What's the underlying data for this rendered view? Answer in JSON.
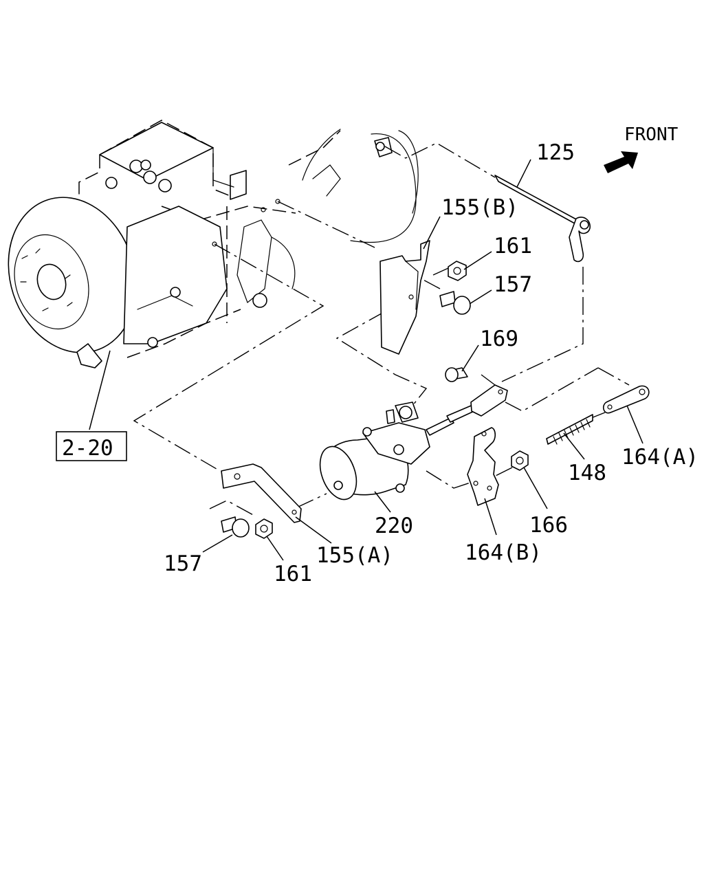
{
  "direction": {
    "front_label": "FRONT",
    "arrow_icon": "arrow-up-right-icon"
  },
  "callouts": {
    "c125": "125",
    "c155b": "155(B)",
    "c161_top": "161",
    "c157_top": "157",
    "c169": "169",
    "c164a": "164(A)",
    "c148": "148",
    "c166": "166",
    "c164b": "164(B)",
    "c220": "220",
    "c155a": "155(A)",
    "c161_bottom": "161",
    "c157_bottom": "157",
    "ref_2_20": "2-20"
  }
}
